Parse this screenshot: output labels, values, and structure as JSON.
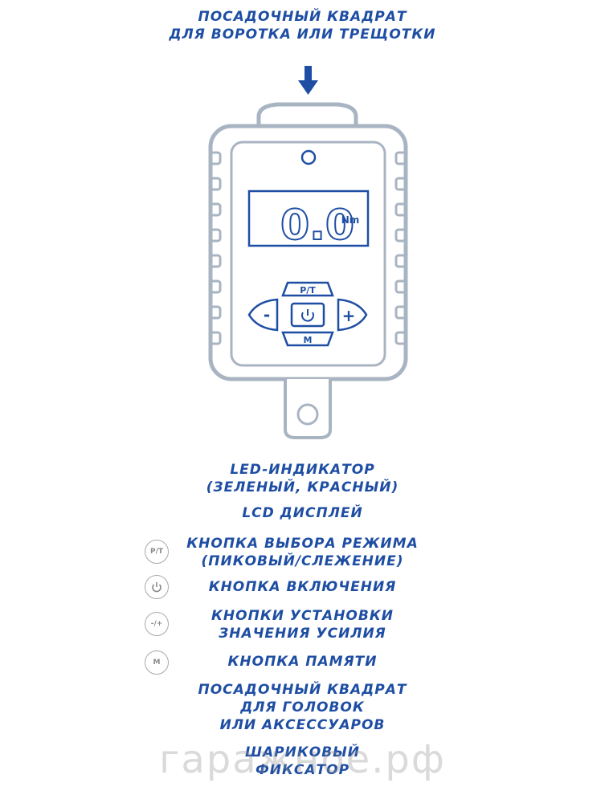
{
  "top_label": {
    "line1": "ПОСАДОЧНЫЙ КВАДРАТ",
    "line2": "ДЛЯ ВОРОТКА ИЛИ ТРЕЩОТКИ"
  },
  "device": {
    "display_value": "0.0",
    "display_unit": "Nm",
    "button_pt": "P/T",
    "button_minus": "-",
    "button_plus": "+",
    "button_m": "M",
    "color_outline": "#a9b4c2",
    "color_accent": "#1e4ea3"
  },
  "legend": {
    "led_line1": "LED-ИНДИКАТОР",
    "led_line2": "(ЗЕЛЕНЫЙ, КРАСНЫЙ)",
    "lcd": "LCD ДИСПЛЕЙ",
    "mode_line1": "КНОПКА ВЫБОРА РЕЖИМА",
    "mode_line2": "(ПИКОВЫЙ/СЛЕЖЕНИЕ)",
    "mode_icon": "P/T",
    "power": "КНОПКА ВКЛЮЧЕНИЯ",
    "adjust_line1": "КНОПКИ УСТАНОВКИ",
    "adjust_line2": "ЗНАЧЕНИЯ УСИЛИЯ",
    "adjust_icon": "-/+",
    "memory": "КНОПКА ПАМЯТИ",
    "memory_icon": "M",
    "square_line1": "ПОСАДОЧНЫЙ КВАДРАТ",
    "square_line2": "ДЛЯ ГОЛОВОК",
    "square_line3": "ИЛИ АКСЕССУАРОВ",
    "ball_line1": "ШАРИКОВЫЙ",
    "ball_line2": "ФИКСАТОР"
  },
  "watermark": "гаражное.рф"
}
